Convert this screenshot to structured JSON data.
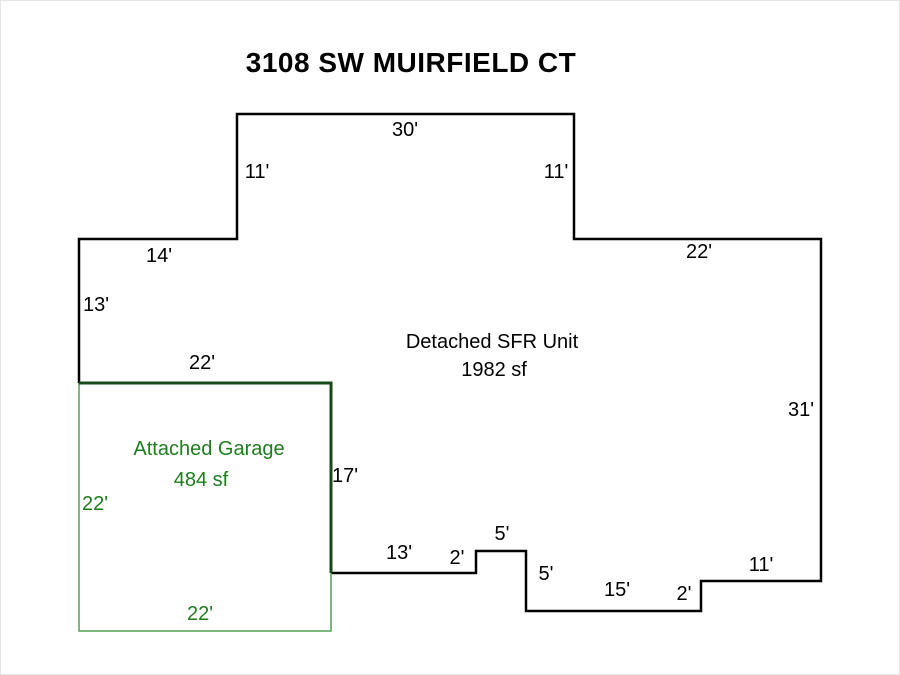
{
  "title": "3108 SW MUIRFIELD CT",
  "colors": {
    "outline": "#000000",
    "garage_shared_wall": "#1a4a1a",
    "garage_outline": "#55a055",
    "garage_text": "#1e7e1e",
    "text": "#000000",
    "background": "#ffffff"
  },
  "unit": {
    "name": "Detached SFR Unit",
    "area": "1982 sf"
  },
  "garage": {
    "name": "Attached Garage",
    "area": "484 sf"
  },
  "labels": {
    "unit_name": "Detached SFR Unit",
    "unit_area": "1982 sf",
    "garage_name": "Attached Garage",
    "garage_area": "484 sf",
    "dim_top_30": "30'",
    "dim_upper_left_11": "11'",
    "dim_upper_right_11": "11'",
    "dim_left_14": "14'",
    "dim_right_22": "22'",
    "dim_left_13": "13'",
    "dim_garage_top_22": "22'",
    "dim_right_31": "31'",
    "dim_shared_17": "17'",
    "dim_garage_left_22": "22'",
    "dim_notch_top_5": "5'",
    "dim_bottom_13": "13'",
    "dim_notch_left_2": "2'",
    "dim_notch_right_5": "5'",
    "dim_bottom_right_11": "11'",
    "dim_bottom_15": "15'",
    "dim_step_2": "2'",
    "dim_garage_bottom_22": "22'"
  }
}
